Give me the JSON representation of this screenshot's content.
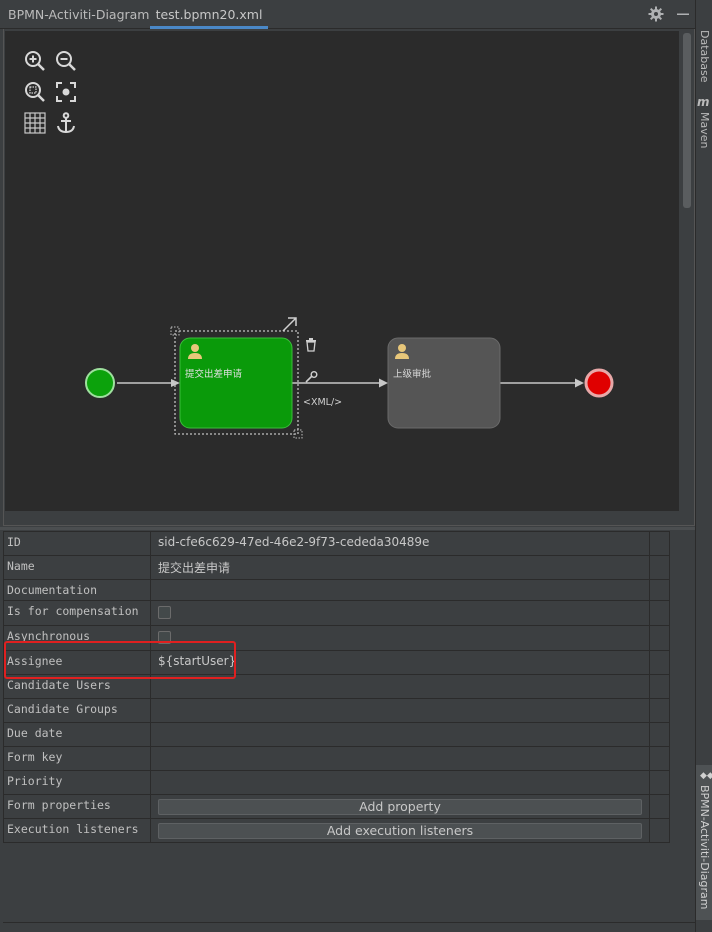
{
  "tabs": [
    {
      "label": "BPMN-Activiti-Diagram",
      "active": false
    },
    {
      "label": "test.bpmn20.xml",
      "active": true
    }
  ],
  "right_stripe": {
    "database": "Database",
    "maven_letter": "m",
    "maven": "Maven",
    "bpmn": "BPMN-Activiti-Diagram"
  },
  "toolbar_icons": [
    "zoom-in-icon",
    "zoom-out-icon",
    "zoom-reset-icon",
    "fit-view-icon",
    "grid-icon",
    "anchor-icon"
  ],
  "diagram": {
    "task1_label": "提交出差申请",
    "task2_label": "上级审批",
    "edge_label": "<XML/>",
    "colors": {
      "start": "#0ca20c",
      "task_selected": "#0a9a0a",
      "task": "#555555",
      "end": "#e00000"
    }
  },
  "properties": [
    {
      "key": "ID",
      "value": "sid-cfe6c629-47ed-46e2-9f73-cededa30489e",
      "type": "text"
    },
    {
      "key": "Name",
      "value": "提交出差申请",
      "type": "text"
    },
    {
      "key": "Documentation",
      "value": "",
      "type": "text"
    },
    {
      "key": "Is for compensation",
      "value": false,
      "type": "checkbox"
    },
    {
      "key": "Asynchronous",
      "value": false,
      "type": "checkbox"
    },
    {
      "key": "Assignee",
      "value": "${startUser}",
      "type": "text"
    },
    {
      "key": "Candidate Users",
      "value": "",
      "type": "text"
    },
    {
      "key": "Candidate Groups",
      "value": "",
      "type": "text"
    },
    {
      "key": "Due date",
      "value": "",
      "type": "text"
    },
    {
      "key": "Form key",
      "value": "",
      "type": "text"
    },
    {
      "key": "Priority",
      "value": "",
      "type": "text"
    },
    {
      "key": "Form properties",
      "value": "Add property",
      "type": "button"
    },
    {
      "key": "Execution listeners",
      "value": "Add execution listeners",
      "type": "button"
    }
  ]
}
